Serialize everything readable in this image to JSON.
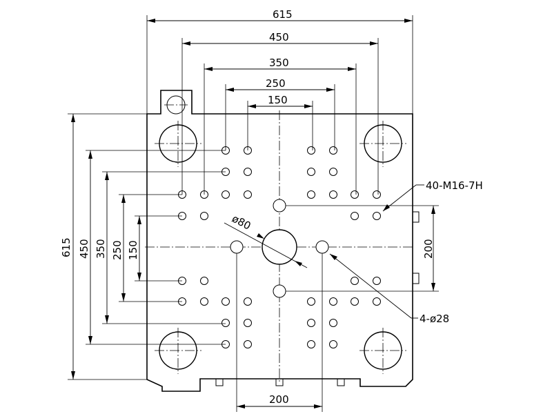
{
  "dimensions": {
    "top_overall": "615",
    "top_450": "450",
    "top_350": "350",
    "top_250": "250",
    "top_150": "150",
    "left_overall": "615",
    "left_450": "450",
    "left_350": "350",
    "left_250": "250",
    "left_150": "150",
    "right_200": "200",
    "bottom_200": "200",
    "center_diameter": "ø80"
  },
  "callouts": {
    "tapped_holes": "40-M16-7H",
    "through_holes": "4-ø28"
  }
}
